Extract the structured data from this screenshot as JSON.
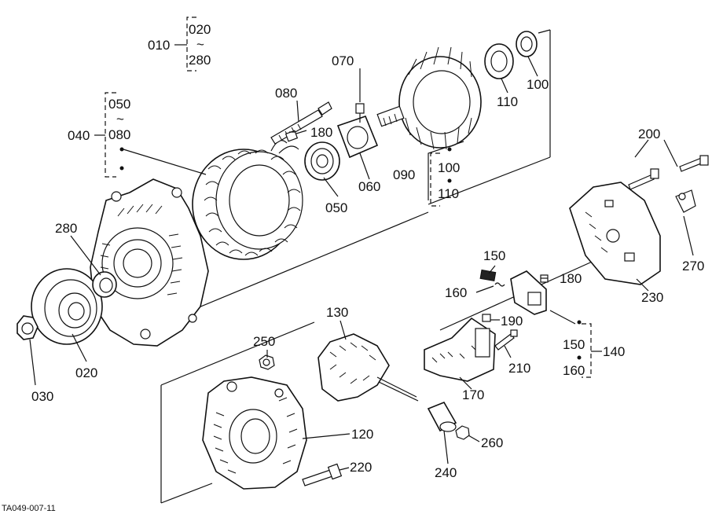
{
  "diagram": {
    "drawing_code": "TA049-007-11",
    "labels": {
      "p010": "010",
      "r020_280_a": "020",
      "r020_280_tilde": "~",
      "r020_280_b": "280",
      "p040": "040",
      "r050_080_a": "050",
      "r050_080_tilde": "~",
      "r050_080_b": "080",
      "p020": "020",
      "p030": "030",
      "p050": "050",
      "p060": "060",
      "p070": "070",
      "p080": "080",
      "p090": "090",
      "p100_top": "100",
      "p110_top": "110",
      "p100_mid": "100",
      "p110_mid": "110",
      "p120": "120",
      "p130": "130",
      "p140": "140",
      "p150_top": "150",
      "p150_bot": "150",
      "p160_top": "160",
      "p160_bot": "160",
      "p170": "170",
      "p180_top": "180",
      "p180_mid": "180",
      "p190": "190",
      "p200": "200",
      "p210": "210",
      "p220": "220",
      "p230": "230",
      "p240": "240",
      "p250": "250",
      "p260": "260",
      "p270": "270",
      "p280": "280"
    }
  }
}
